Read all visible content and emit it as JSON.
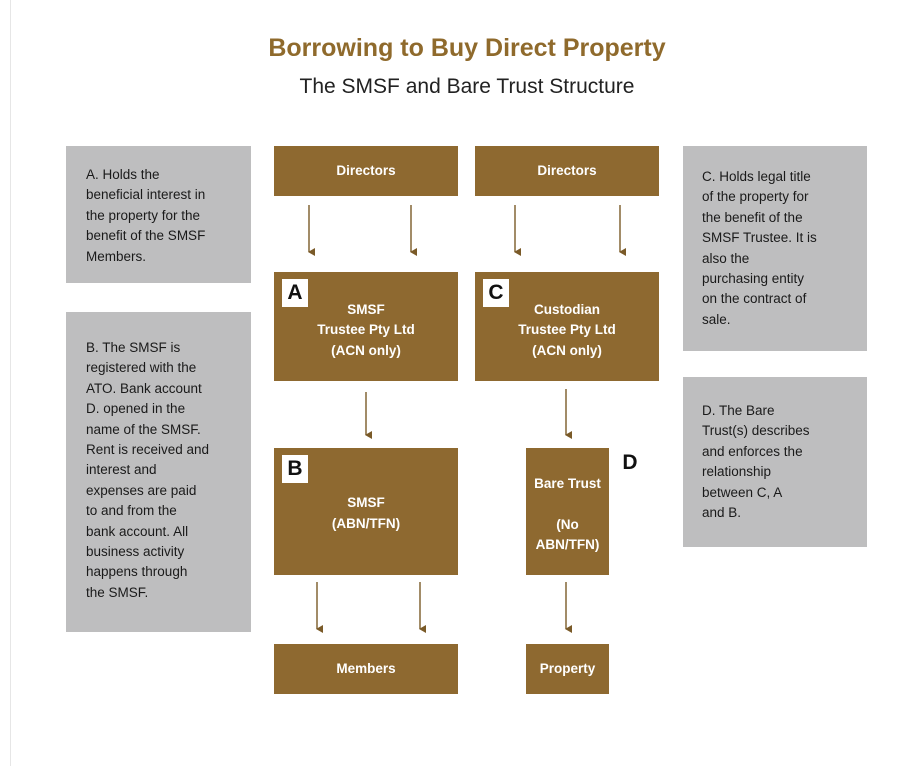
{
  "header": {
    "title": "Borrowing to Buy Direct Property",
    "subtitle": "The SMSF and Bare Trust Structure"
  },
  "notes": {
    "a": "A. Holds  the\nbeneficial interest in\nthe property for the\nbenefit of the SMSF\nMembers.",
    "b": "B. The SMSF is\nregistered with the\nATO. Bank account\nD. opened in the\nname of the SMSF.\nRent is received and\ninterest and\nexpenses are paid\nto and from the\nbank account. All\nbusiness activity\nhappens through\nthe SMSF.",
    "c": "C. Holds legal title\nof the property for\nthe benefit of the\nSMSF Trustee. It is\nalso the\npurchasing entity\non the contract of\nsale.",
    "d": "D. The Bare\nTrust(s) describes\nand enforces the\nrelationship\nbetween C, A\nand B."
  },
  "boxes": {
    "directors_left": "Directors",
    "directors_right": "Directors",
    "smsf_trustee": "SMSF\nTrustee Pty Ltd\n(ACN only)",
    "custodian_trustee": "Custodian\nTrustee Pty Ltd\n(ACN only)",
    "smsf": "SMSF\n(ABN/TFN)",
    "bare_trust": "Bare Trust\n\n(No\nABN/TFN)",
    "members": "Members",
    "property": "Property"
  },
  "tags": {
    "a": "A",
    "b": "B",
    "c": "C",
    "d": "D"
  },
  "colors": {
    "title": "#8f6a2c",
    "box": "#8e6930",
    "note": "#bebebf",
    "arrow": "#7a5a28"
  }
}
